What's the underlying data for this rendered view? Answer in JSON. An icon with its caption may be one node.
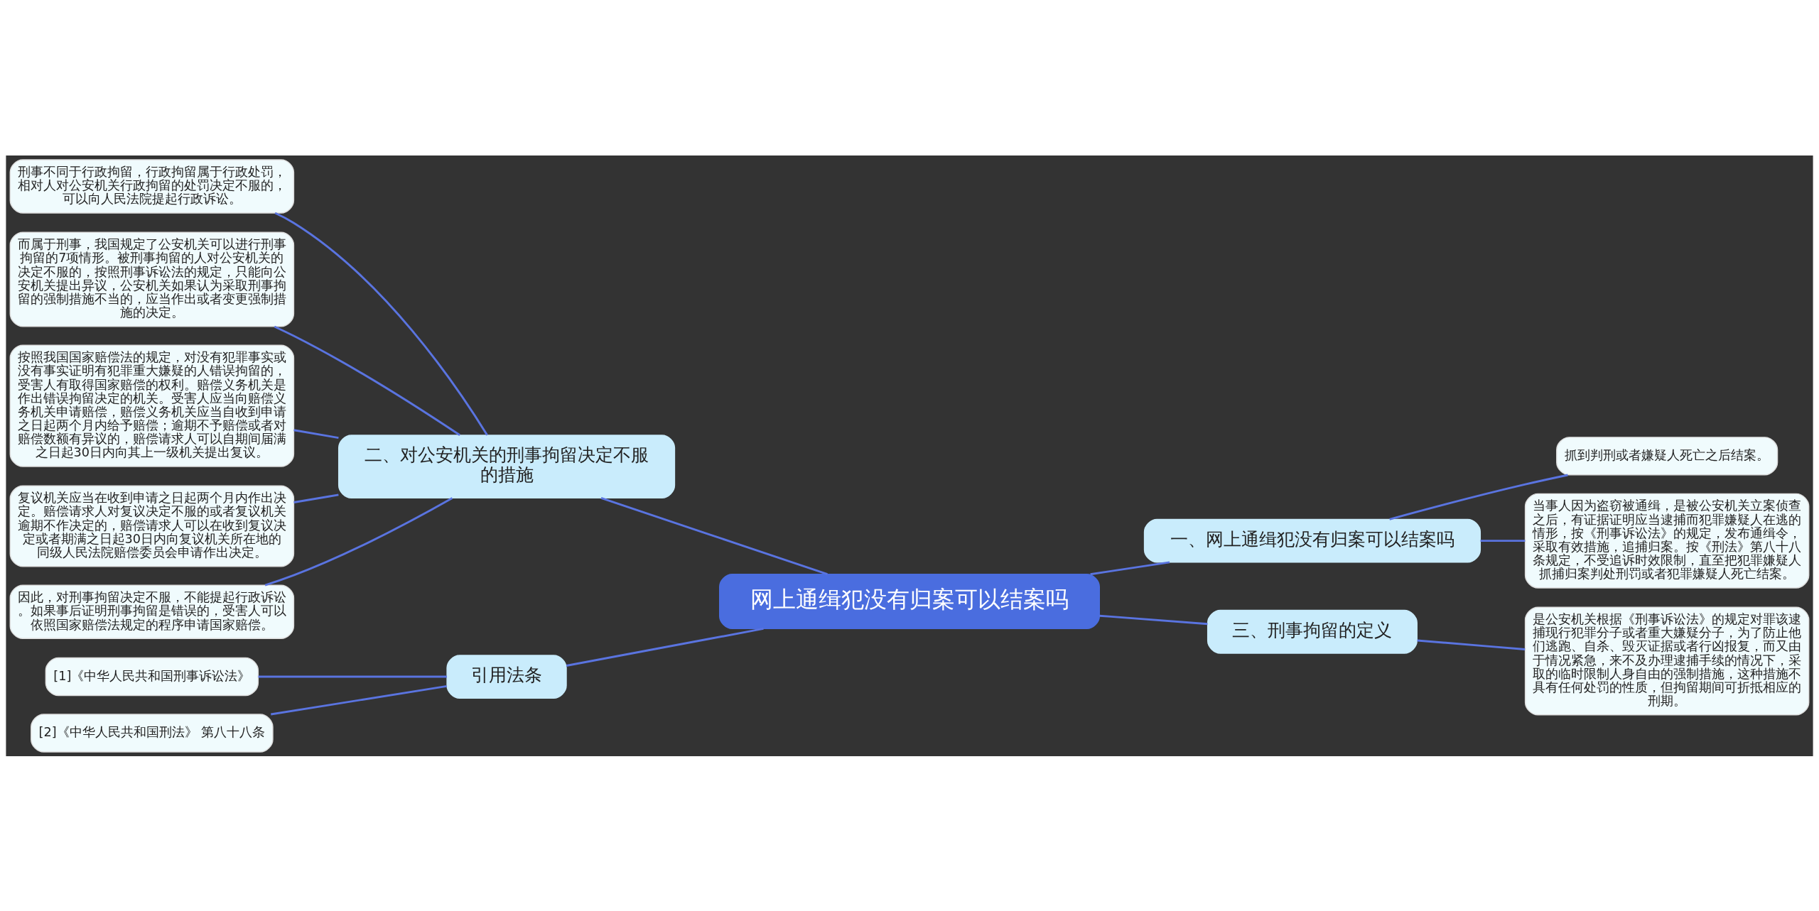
{
  "diagram": {
    "nodes": [
      {
        "text": [
          "网上通缉犯没有归案可以结案吗"
        ]
      },
      {
        "text": [
          "一、网上通缉犯没有归案可以结案吗"
        ]
      },
      {
        "text": [
          "抓到判刑或者嫌疑人死亡之后结案。"
        ]
      },
      {
        "text": [
          "当事人因为盗窃被通缉，是被公安机关立案侦查之后，有证据证明应当逮捕而犯罪嫌疑人在逃的情形，按《刑事诉讼法》的规定，发布通缉令，采取有效措施，追捕归案。按《刑法》第八十八条规定，不受追诉时效限制，直至把犯罪嫌疑人抓捕归案判处刑罚或者犯罪嫌疑人死亡结案。"
        ]
      },
      {
        "text": [
          "二、对公安机关的刑事拘留决定不服的措施"
        ]
      },
      {
        "text": [
          "刑事不同于行政拘留，行政拘留属于行政处罚，相对人对公安机关行政拘留的处罚决定不服的，可以向人民法院提起行政诉讼。"
        ]
      },
      {
        "text": [
          "而属于刑事，我国规定了公安机关可以进行刑事拘留的7项情形。被刑事拘留的人对公安机关的决定不服的，按照刑事诉讼法的规定，只能向公安机关提出异议，公安机关如果认为采取刑事拘留的强制措施不当的，应当作出或者变更强制措施的决定。"
        ]
      },
      {
        "text": [
          "按照我国国家赔偿法的规定，对没有犯罪事实或没有事实证明有犯罪重大嫌疑的人错误拘留的，受害人有取得国家赔偿的权利。赔偿义务机关是作出错误拘留决定的机关。受害人应当向赔偿义务机关申请赔偿，赔偿义务机关应当自收到申请之日起两个月内给予赔偿；逾期不予赔偿或者对赔偿数额有异议的，赔偿请求人可以自期间届满之日起30日内向其上一级机关提出复议。"
        ]
      },
      {
        "text": [
          "复议机关应当在收到申请之日起两个月内作出决定。赔偿请求人对复议决定不服的或者复议机关逾期不作决定的，赔偿请求人可以在收到复议决定或者期满之日起30日内向复议机关所在地的同级人民法院赔偿委员会申请作出决定。"
        ]
      },
      {
        "text": [
          "因此，对刑事拘留决定不服，不能提起行政诉讼。如果事后证明刑事拘留是错误的，受害人可以依照国家赔偿法规定的程序申请国家赔偿。"
        ]
      },
      {
        "text": [
          "三、刑事拘留的定义"
        ]
      },
      {
        "text": [
          "是公安机关根据《刑事诉讼法》的规定对罪该逮捕现行犯罪分子或者重大嫌疑分子，为了防止他们逃跑、自杀、毁灭证据或者行凶报复，而又由于情况紧急，来不及办理逮捕手续的情况下，采取的临时限制人身自由的强制措施，这种措施不具有任何处罚的性质，但拘留期间可折抵相应的刑期。"
        ]
      },
      {
        "text": [
          "引用法条"
        ]
      },
      {
        "text": [
          "[1]《中华人民共和国刑事诉讼法》"
        ]
      },
      {
        "text": [
          "[2]《中华人民共和国刑法》 第八十八条"
        ]
      }
    ],
    "edges": [
      {
        "from": 0,
        "to": 1,
        "arrow": "none"
      },
      {
        "from": 1,
        "to": 2,
        "arrow": "none"
      },
      {
        "from": 1,
        "to": 3,
        "arrow": "none"
      },
      {
        "from": 0,
        "to": 4,
        "arrow": "none"
      },
      {
        "from": 4,
        "to": 5,
        "arrow": "none"
      },
      {
        "from": 4,
        "to": 6,
        "arrow": "none"
      },
      {
        "from": 4,
        "to": 7,
        "arrow": "none"
      },
      {
        "from": 4,
        "to": 8,
        "arrow": "none"
      },
      {
        "from": 4,
        "to": 9,
        "arrow": "none"
      },
      {
        "from": 0,
        "to": 10,
        "arrow": "none"
      },
      {
        "from": 10,
        "to": 11,
        "arrow": "none"
      },
      {
        "from": 0,
        "to": 12,
        "arrow": "none"
      },
      {
        "from": 12,
        "to": 13,
        "arrow": "none"
      },
      {
        "from": 12,
        "to": 14,
        "arrow": "none"
      }
    ]
  }
}
